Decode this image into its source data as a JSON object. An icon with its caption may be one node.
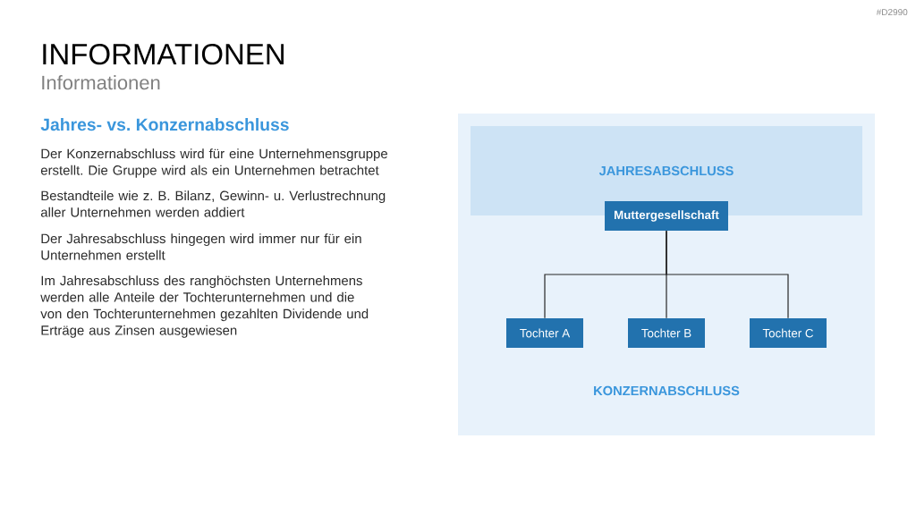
{
  "diagram": {
    "title": "INFORMATIONEN",
    "nodes": [
      {
        "text": [
          "KONZERNABSCHLUSS"
        ]
      },
      {
        "text": [
          "JAHRESABSCHLUSS"
        ],
        "in": 0
      },
      {
        "text": [
          "Muttergesellschaft"
        ],
        "in": 0
      },
      {
        "text": [
          "Tochter A"
        ],
        "in": 0
      },
      {
        "text": [
          "Tochter B"
        ],
        "in": 0
      },
      {
        "text": [
          "Tochter C"
        ],
        "in": 0
      }
    ],
    "edges": [
      {
        "from": 2,
        "to": 3,
        "arrow": "none"
      },
      {
        "from": 2,
        "to": 4,
        "arrow": "none"
      },
      {
        "from": 2,
        "to": 5,
        "arrow": "none"
      }
    ],
    "labels": [
      "#D2990",
      "Informationen",
      "Jahres- vs. Konzernabschluss",
      "Der Konzernabschluss wird für eine Unternehmensgruppe erstellt. Die Gruppe wird als ein Unternehmen betrachtet",
      "Bestandteile wie z. B. Bilanz, Gewinn- u. Verlustrechnung aller Unternehmen werden addiert",
      "Der Jahresabschluss hingegen wird immer nur für ein Unternehmen erstellt",
      "Im Jahresabschluss des ranghöchsten Unternehmens werden alle Anteile der Tochterunternehmen und die von den Tochterunternehmen gezahlten Dividende und Erträge aus Zinsen ausgewiesen"
    ]
  }
}
